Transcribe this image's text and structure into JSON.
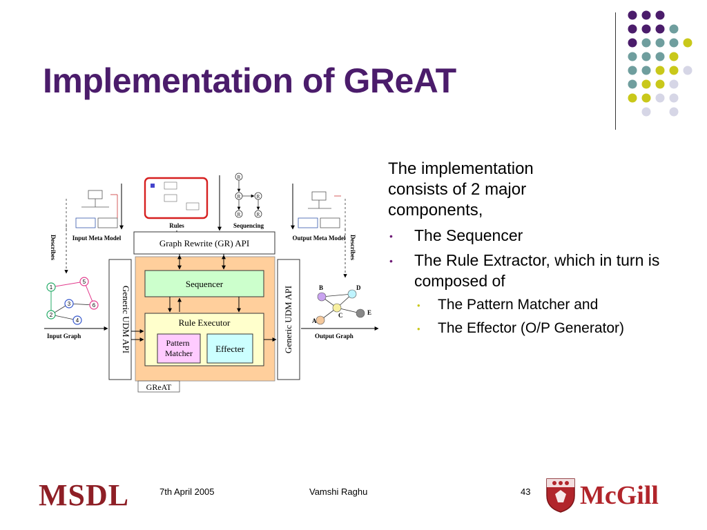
{
  "slide": {
    "title": "Implementation of GReAT"
  },
  "content": {
    "intro": "The implementation consists of 2 major components,",
    "bullets": [
      {
        "level": 1,
        "text": "The Sequencer"
      },
      {
        "level": 1,
        "text": "The Rule Extractor, which in turn is composed of"
      },
      {
        "level": 2,
        "text": "The Pattern Matcher and"
      },
      {
        "level": 2,
        "text": "The Effector (O/P Generator)"
      }
    ]
  },
  "diagram": {
    "rules_label": "Rules",
    "sequencing_label": "Sequencing",
    "input_meta_label": "Input Meta Model",
    "output_meta_label": "Output Meta Model",
    "describes_left": "Describes",
    "describes_right": "Describes",
    "gr_api": "Graph Rewrite (GR) API",
    "sequencer": "Sequencer",
    "rule_executor": "Rule Executor",
    "pattern_matcher": "Pattern Matcher",
    "effecter": "Effecter",
    "udm_left": "Generic UDM API",
    "udm_right": "Generic UDM API",
    "great_label": "GReAT",
    "input_graph": "Input Graph",
    "output_graph": "Output Graph",
    "in_nodes": [
      "1",
      "2",
      "3",
      "4",
      "5",
      "6"
    ],
    "out_nodes": [
      "A",
      "B",
      "C",
      "D",
      "E"
    ],
    "seq_node": "R"
  },
  "footer": {
    "msdl": "MSDL",
    "date": "7th April 2005",
    "author": "Vamshi Raghu",
    "page": "43",
    "mcgill": "McGill"
  },
  "colors": {
    "title": "#4b1c6b",
    "dot_purple": "#4b1c6b",
    "dot_teal": "#6f9e9e",
    "dot_yellow": "#c9c81a",
    "dot_lavender": "#d6d6e6",
    "great_fill": "#ffcf9c",
    "sequencer_fill": "#ccffcc",
    "pattern_fill": "#ffcbff",
    "effecter_fill": "#ccffff",
    "rule_exec_fill": "#ffffcc",
    "mcgill_red": "#8e1f26"
  }
}
